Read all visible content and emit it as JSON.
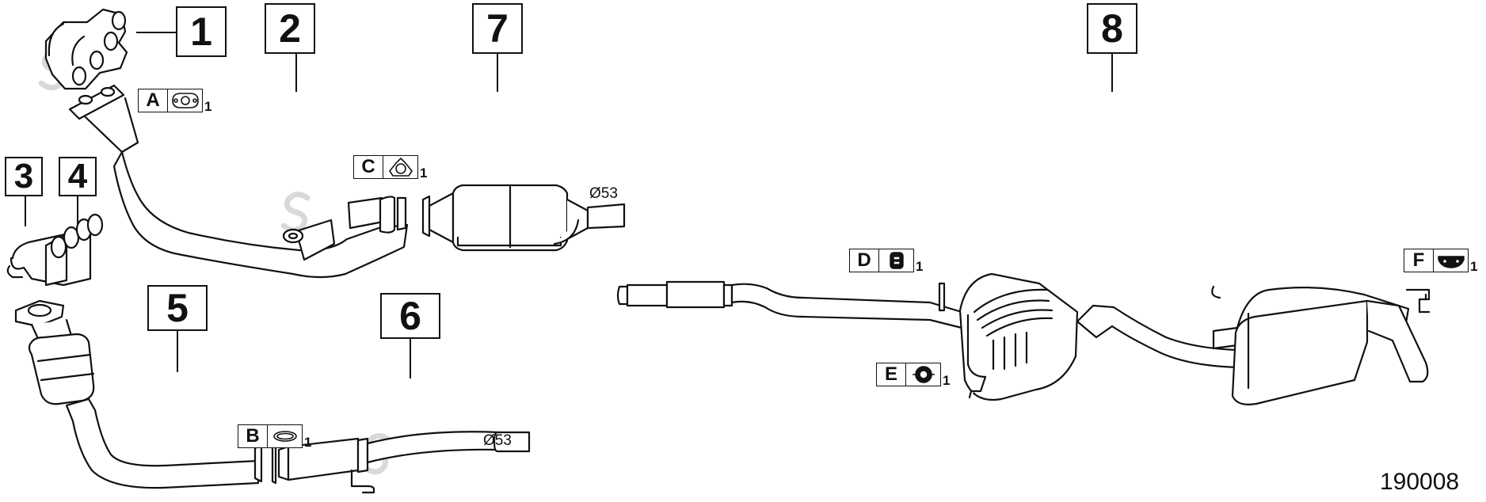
{
  "callouts": {
    "n1": "1",
    "n2": "2",
    "n3": "3",
    "n4": "4",
    "n5": "5",
    "n6": "6",
    "n7": "7",
    "n8": "8"
  },
  "parts": {
    "A": {
      "label": "A",
      "qty": "1",
      "icon": "two-hole-flange-gasket-icon"
    },
    "B": {
      "label": "B",
      "qty": "1",
      "icon": "ring-gasket-icon"
    },
    "C": {
      "label": "C",
      "qty": "1",
      "icon": "three-bolt-flange-gasket-icon"
    },
    "D": {
      "label": "D",
      "qty": "1",
      "icon": "rubber-hanger-icon"
    },
    "E": {
      "label": "E",
      "qty": "1",
      "icon": "round-rubber-mount-icon"
    },
    "F": {
      "label": "F",
      "qty": "1",
      "icon": "rubber-strap-hanger-icon"
    }
  },
  "diameters": {
    "front_pipe": "Ø53",
    "cat_outlet": "Ø53"
  },
  "document_number": "190008",
  "colors": {
    "line": "#111111",
    "watermark": "#d8d8d8"
  }
}
